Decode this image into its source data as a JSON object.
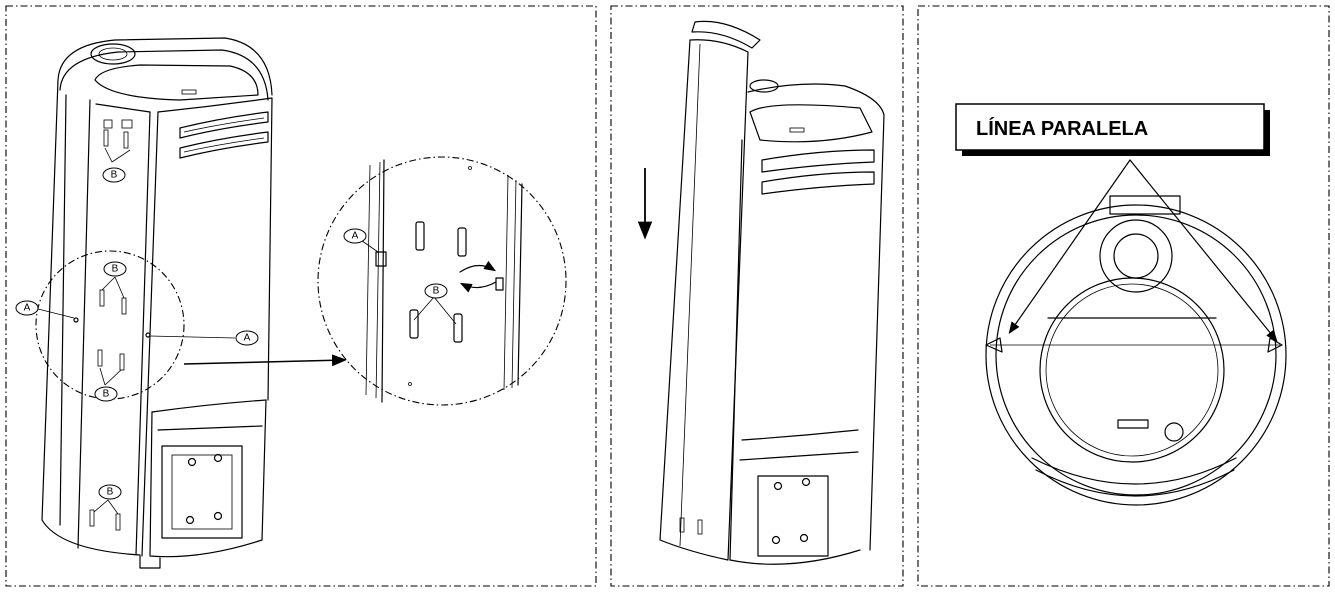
{
  "callouts": {
    "a": "A",
    "b": "B"
  },
  "banner": {
    "text": "LÍNEA PARALELA"
  }
}
